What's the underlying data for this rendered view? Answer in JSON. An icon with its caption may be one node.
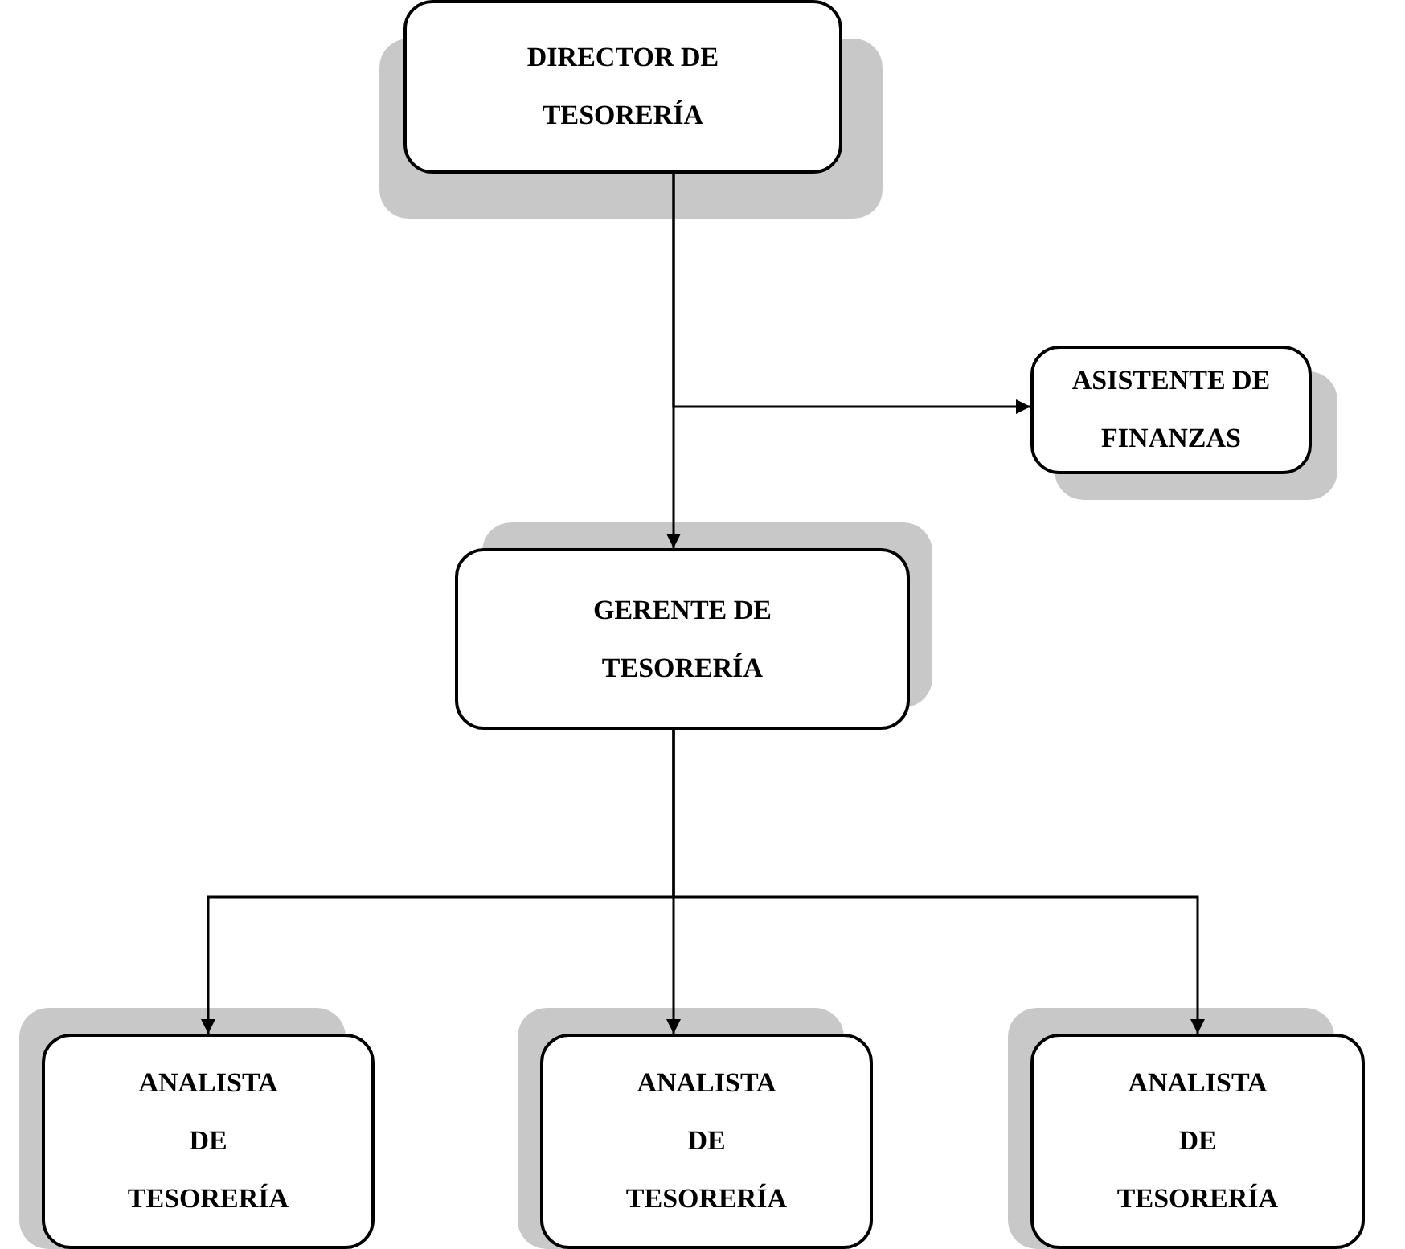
{
  "diagram": {
    "nodes": [
      {
        "text": [
          "DIRECTOR DE TESORERÍA"
        ]
      },
      {
        "text": [
          "ASISTENTE DE FINANZAS"
        ]
      },
      {
        "text": [
          "GERENTE DE TESORERÍA"
        ]
      },
      {
        "text": [
          "ANALISTA DE TESORERÍA"
        ]
      },
      {
        "text": [
          "ANALISTA DE TESORERÍA"
        ]
      },
      {
        "text": [
          "ANALISTA DE TESORERÍA"
        ]
      }
    ],
    "edges": [
      {
        "from": 0,
        "to": 2,
        "arrow": "to"
      },
      {
        "from": 0,
        "to": 1,
        "arrow": "to"
      },
      {
        "from": 2,
        "to": 3,
        "arrow": "to"
      },
      {
        "from": 2,
        "to": 4,
        "arrow": "to"
      },
      {
        "from": 2,
        "to": 5,
        "arrow": "to"
      }
    ]
  }
}
